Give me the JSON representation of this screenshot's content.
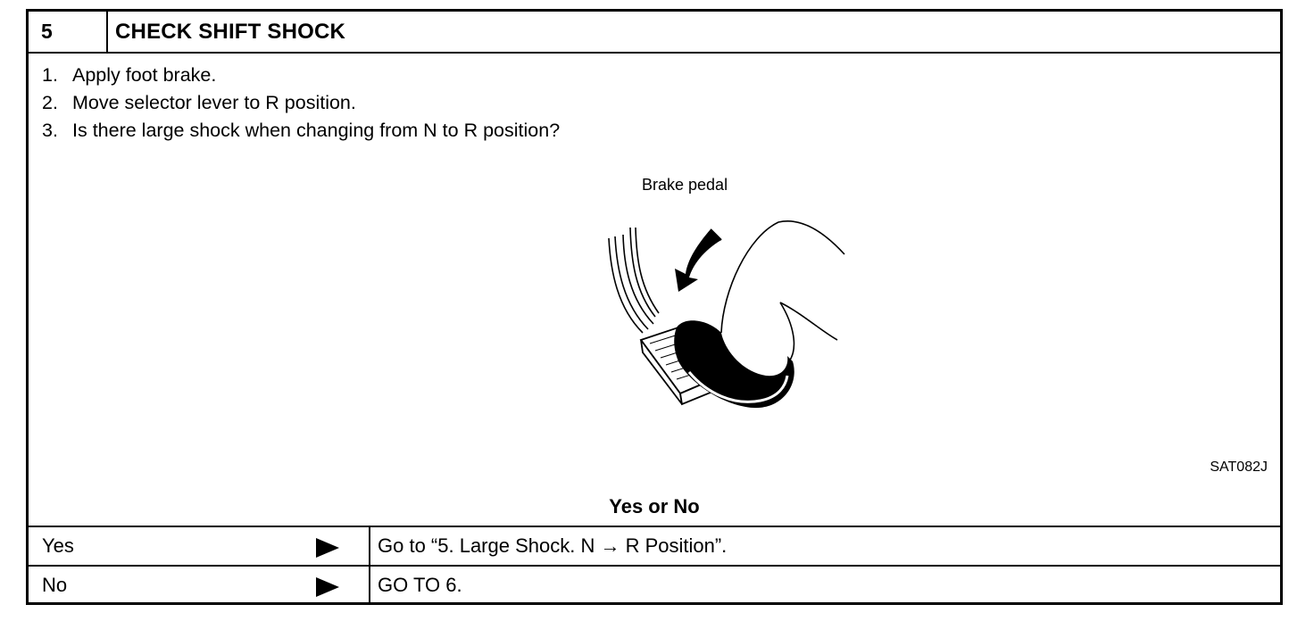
{
  "step": {
    "number": "5",
    "title": "CHECK SHIFT SHOCK"
  },
  "instructions": [
    {
      "num": "1.",
      "text": "Apply foot brake."
    },
    {
      "num": "2.",
      "text": "Move selector lever to R position."
    },
    {
      "num": "3.",
      "text": "Is there large shock when changing from N to R position?"
    }
  ],
  "figure": {
    "label": "Brake pedal",
    "code": "SAT082J",
    "icon": "foot-pressing-brake-pedal-illustration"
  },
  "question": "Yes or No",
  "answers": [
    {
      "answer": "Yes",
      "action": "Go to “5. Large Shock. N → R Position”."
    },
    {
      "answer": "No",
      "action": "GO TO 6."
    }
  ]
}
